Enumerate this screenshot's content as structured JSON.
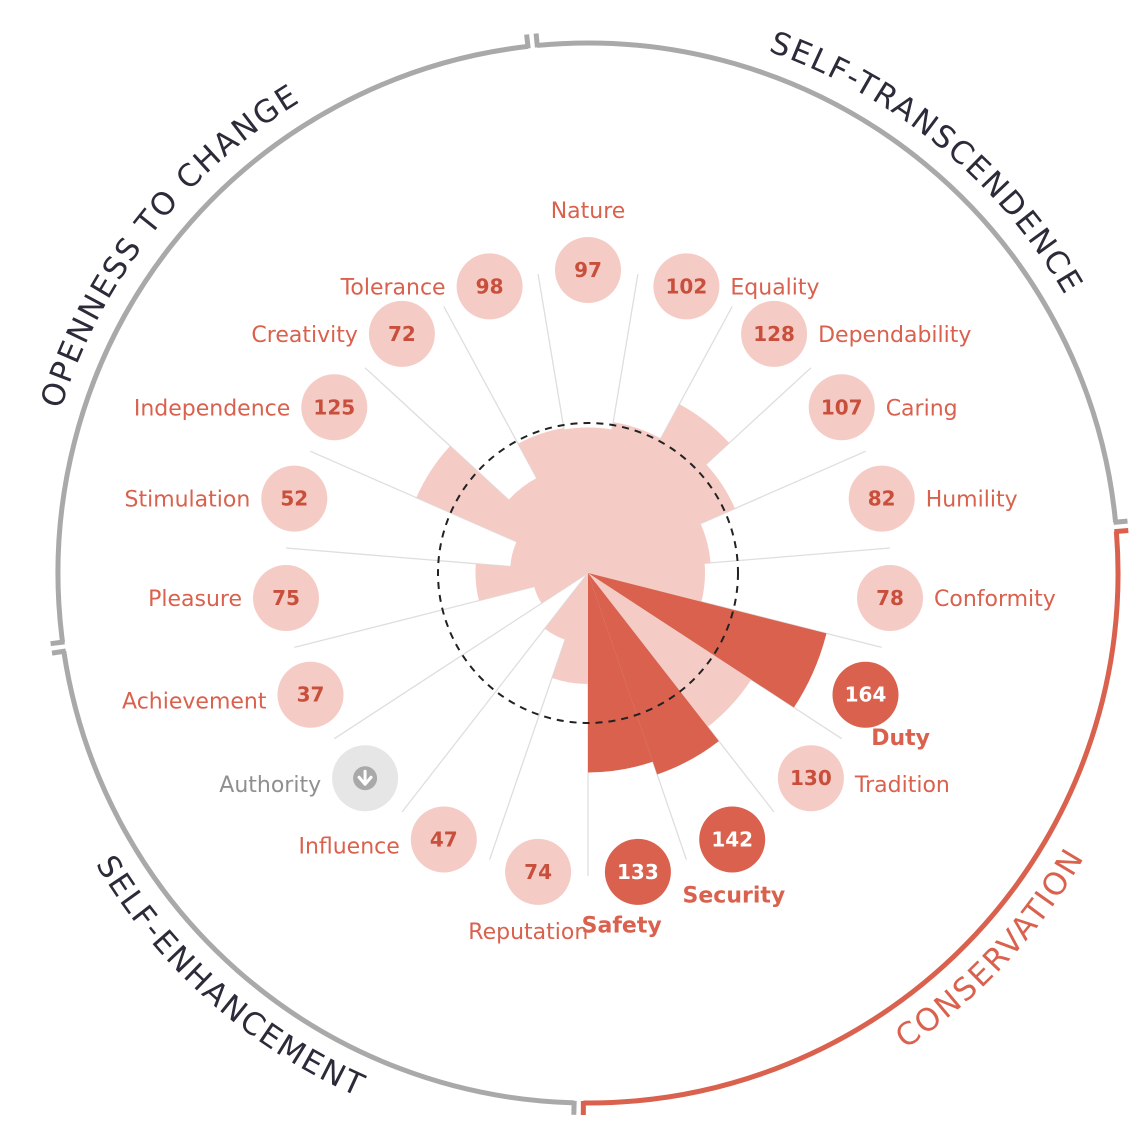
{
  "chart_data": {
    "type": "radial-bar",
    "colors": {
      "light_fill": "#f5cbc5",
      "strong_fill": "#d9614d",
      "label": "#d9614d",
      "value_light": "#c94f3d",
      "neutral": "#a9a9a9",
      "neutral_fill": "#e6e6e6",
      "neutral_text": "#8f8f8f",
      "group_text": "#2b2b3a",
      "highlight_ring": "#d9614d",
      "grid": "#dedede"
    },
    "baseline_value": 100,
    "categories": [
      {
        "name": "Nature",
        "value": 97,
        "highlight": false
      },
      {
        "name": "Equality",
        "value": 102,
        "highlight": false
      },
      {
        "name": "Dependability",
        "value": 128,
        "highlight": false
      },
      {
        "name": "Caring",
        "value": 107,
        "highlight": false
      },
      {
        "name": "Humility",
        "value": 82,
        "highlight": false
      },
      {
        "name": "Conformity",
        "value": 78,
        "highlight": false
      },
      {
        "name": "Duty",
        "value": 164,
        "highlight": true
      },
      {
        "name": "Tradition",
        "value": 130,
        "highlight": false
      },
      {
        "name": "Security",
        "value": 142,
        "highlight": true
      },
      {
        "name": "Safety",
        "value": 133,
        "highlight": true
      },
      {
        "name": "Reputation",
        "value": 74,
        "highlight": false
      },
      {
        "name": "Influence",
        "value": 47,
        "highlight": false
      },
      {
        "name": "Authority",
        "value": null,
        "highlight": false,
        "icon": "arrow-down-icon"
      },
      {
        "name": "Achievement",
        "value": 37,
        "highlight": false
      },
      {
        "name": "Pleasure",
        "value": 75,
        "highlight": false
      },
      {
        "name": "Stimulation",
        "value": 52,
        "highlight": false
      },
      {
        "name": "Independence",
        "value": 125,
        "highlight": false
      },
      {
        "name": "Creativity",
        "value": 72,
        "highlight": false
      },
      {
        "name": "Tolerance",
        "value": 98,
        "highlight": false
      }
    ],
    "groups": [
      {
        "name": "SELF-TRANSCENDENCE",
        "highlight": false
      },
      {
        "name": "CONSERVATION",
        "highlight": true
      },
      {
        "name": "SELF-ENHANCEMENT",
        "highlight": false
      },
      {
        "name": "OPENNESS TO CHANGE",
        "highlight": false
      }
    ]
  }
}
